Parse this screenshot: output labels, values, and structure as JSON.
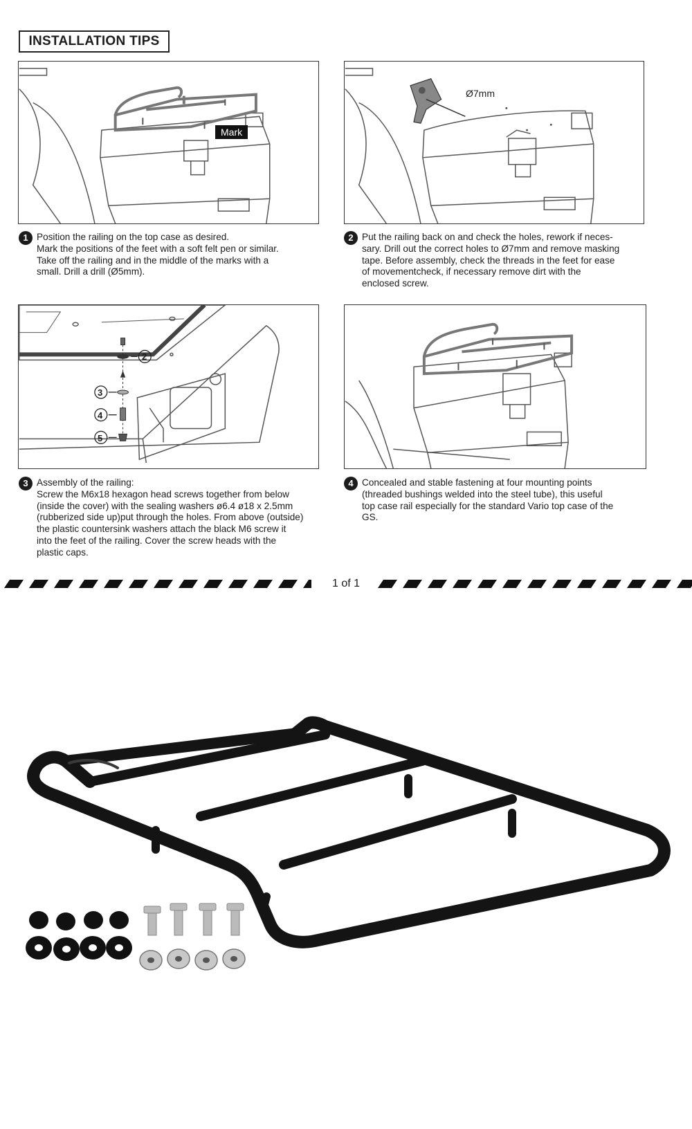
{
  "page": {
    "title": "INSTALLATION TIPS",
    "pager": "1 of 1"
  },
  "panels": {
    "p1": {
      "callout": "Mark"
    },
    "p2": {
      "callout": "Ø7mm"
    },
    "p3": {
      "callouts": [
        "2",
        "3",
        "4",
        "5"
      ]
    }
  },
  "steps": [
    {
      "number": "1",
      "lines": [
        "Position the railing on the top case as desired.",
        "Mark the positions of the feet with a soft felt pen or similar.",
        "Take off the railing and in the middle of the marks with a",
        "small. Drill a drill (Ø5mm)."
      ]
    },
    {
      "number": "2",
      "lines": [
        "Put the railing back on and check the holes, rework if neces-",
        "sary. Drill out the correct holes to Ø7mm and remove masking",
        "tape. Before assembly, check the threads in the feet for ease",
        "of movementcheck, if necessary remove dirt with the",
        "enclosed screw."
      ]
    },
    {
      "number": "3",
      "lines": [
        "Assembly of the railing:",
        "Screw the M6x18 hexagon head screws together from below",
        "(inside the cover) with the sealing washers ø6.4 ø18 x 2.5mm",
        "(rubberized side up)put through the holes. From above (outside)",
        "the plastic countersink washers attach the black M6 screw it",
        "into the feet of the railing. Cover the screw heads with the",
        "plastic caps."
      ]
    },
    {
      "number": "4",
      "lines": [
        "Concealed and stable fastening at four mounting points",
        "(threaded bushings welded into the steel tube),   this useful",
        "top case rail especially for the standard Vario top case of the",
        "GS."
      ]
    }
  ],
  "colors": {
    "line_art": "#555555",
    "rail": "#141414",
    "text": "#1c1c1c"
  },
  "icons": [
    "drill-icon",
    "railing-icon",
    "top-case-icon",
    "screw-icon",
    "washer-icon",
    "cap-icon"
  ]
}
